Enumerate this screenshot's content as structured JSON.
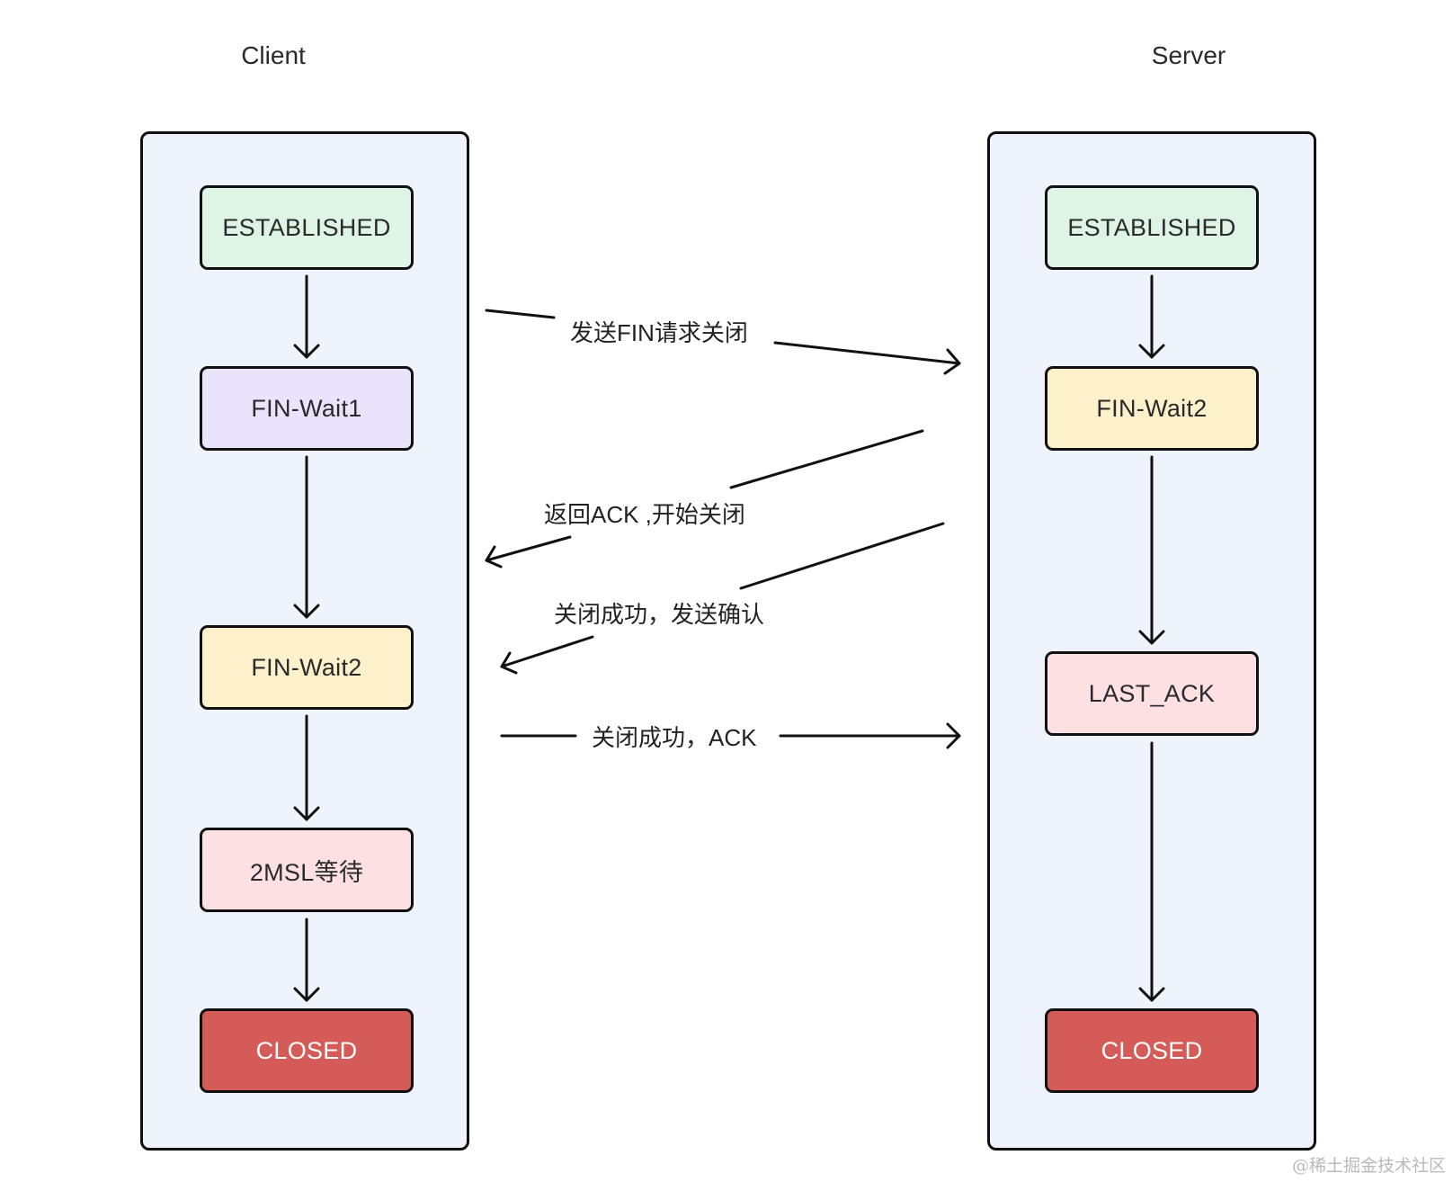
{
  "columns": {
    "client": {
      "title": "Client"
    },
    "server": {
      "title": "Server"
    }
  },
  "client_states": [
    {
      "label": "ESTABLISHED",
      "color": "#def5e5"
    },
    {
      "label": "FIN-Wait1",
      "color": "#e9e4fc"
    },
    {
      "label": "FIN-Wait2",
      "color": "#fdf1cc"
    },
    {
      "label": "2MSL等待",
      "color": "#fde1e2"
    },
    {
      "label": "CLOSED",
      "color": "#d55b59"
    }
  ],
  "server_states": [
    {
      "label": "ESTABLISHED",
      "color": "#def5e5"
    },
    {
      "label": "FIN-Wait2",
      "color": "#fdf1cc"
    },
    {
      "label": "LAST_ACK",
      "color": "#fde1e2"
    },
    {
      "label": "CLOSED",
      "color": "#d55b59"
    }
  ],
  "messages": [
    {
      "label": "发送FIN请求关闭",
      "direction": "client-to-server"
    },
    {
      "label": "返回ACK ,开始关闭",
      "direction": "server-to-client"
    },
    {
      "label": "关闭成功，发送确认",
      "direction": "server-to-client"
    },
    {
      "label": "关闭成功，ACK",
      "direction": "client-to-server"
    }
  ],
  "lane_color": "#eef3fc",
  "watermark": "@稀土掘金技术社区"
}
